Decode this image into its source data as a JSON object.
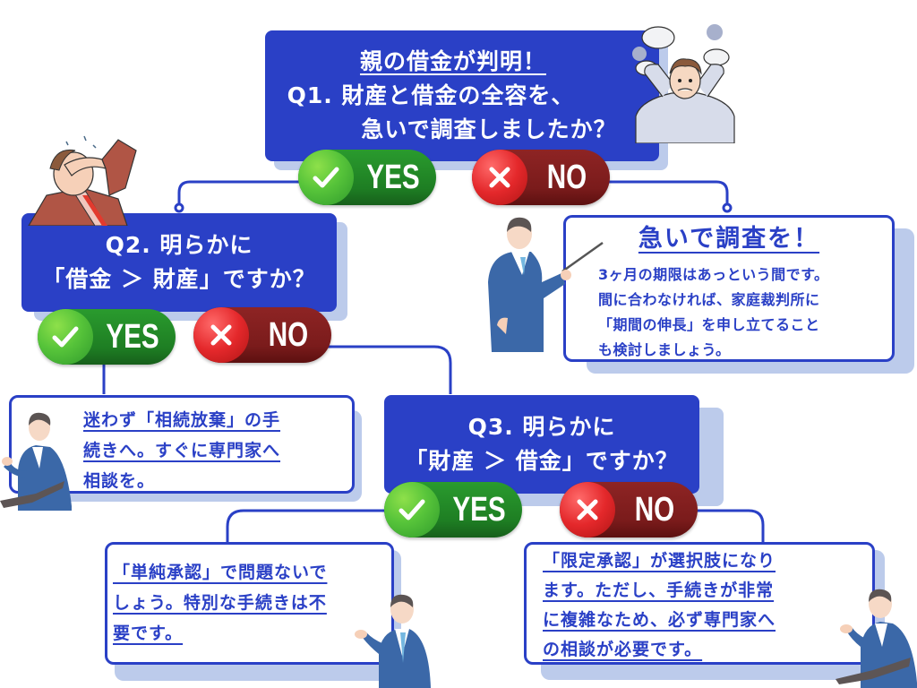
{
  "flowchart": {
    "q1": {
      "title": "親の借金が判明！",
      "line1": "Q1. 財産と借金の全容を、",
      "line2": "急いで調査しましたか？"
    },
    "q2": {
      "line1": "Q2. 明らかに",
      "line2": "「借金 ＞ 財産」ですか？"
    },
    "q3": {
      "line1": "Q3. 明らかに",
      "line2": "「財産 ＞ 借金」ですか？"
    },
    "buttons": {
      "yes": "YES",
      "no": "NO"
    },
    "answers": {
      "q1_no": {
        "title": "急いで調査を！",
        "lines": [
          "3ヶ月の期限はあっという間です。",
          "間に合わなければ、家庭裁判所に",
          "「期間の伸長」を申し立てること",
          "も検討しましょう。"
        ]
      },
      "q2_yes": {
        "lines": [
          "迷わず「相続放棄」の手",
          "続きへ。すぐに専門家へ",
          "相談を。"
        ]
      },
      "q3_yes": {
        "lines": [
          "「単純承認」で問題ないで",
          "しょう。特別な手続きは不",
          "要です。"
        ]
      },
      "q3_no": {
        "lines": [
          "「限定承認」が選択肢になり",
          "ます。ただし、手続きが非常",
          "に複雑なため、必ず専門家へ",
          "の相談が必要です。"
        ]
      }
    },
    "colors": {
      "primary_blue": "#2a40c6",
      "shadow_blue": "#bccbeb",
      "yes_green": "#1e7e23",
      "no_red": "#7a1b1b"
    }
  }
}
